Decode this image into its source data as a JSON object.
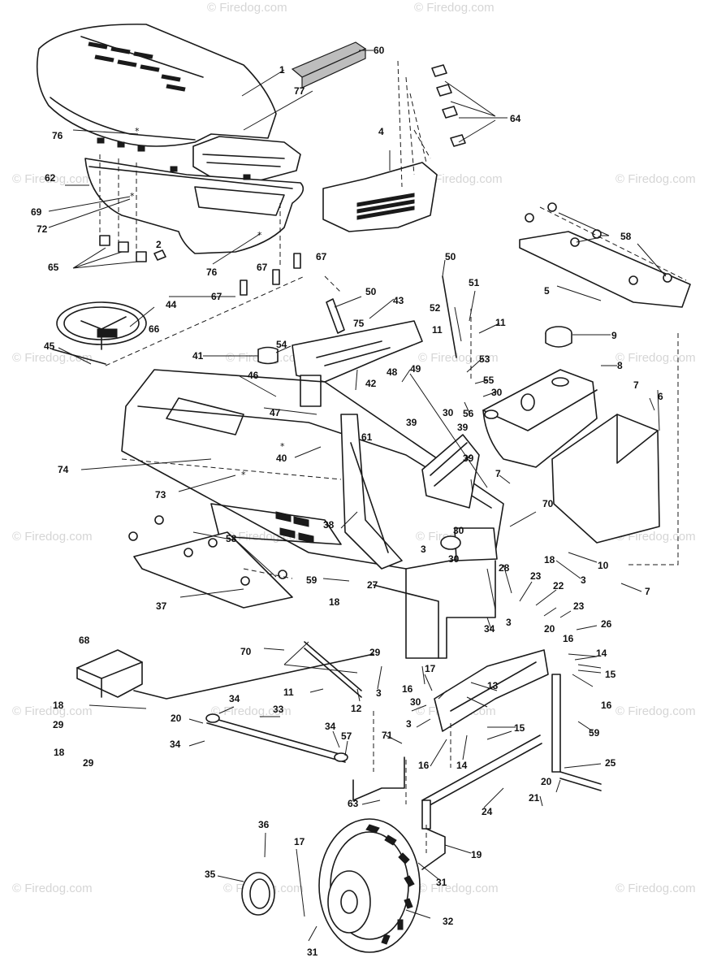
{
  "watermark": "© Firedog.com",
  "asterisk": "*",
  "callouts": [
    {
      "id": "c1",
      "label": "1"
    },
    {
      "id": "c2",
      "label": "2"
    },
    {
      "id": "c3a",
      "label": "3"
    },
    {
      "id": "c3b",
      "label": "3"
    },
    {
      "id": "c3c",
      "label": "3"
    },
    {
      "id": "c3d",
      "label": "3"
    },
    {
      "id": "c3e",
      "label": "3"
    },
    {
      "id": "c4",
      "label": "4"
    },
    {
      "id": "c5",
      "label": "5"
    },
    {
      "id": "c6",
      "label": "6"
    },
    {
      "id": "c7a",
      "label": "7"
    },
    {
      "id": "c7b",
      "label": "7"
    },
    {
      "id": "c7c",
      "label": "7"
    },
    {
      "id": "c8",
      "label": "8"
    },
    {
      "id": "c9",
      "label": "9"
    },
    {
      "id": "c10",
      "label": "10"
    },
    {
      "id": "c11a",
      "label": "11"
    },
    {
      "id": "c11b",
      "label": "11"
    },
    {
      "id": "c11c",
      "label": "11"
    },
    {
      "id": "c12",
      "label": "12"
    },
    {
      "id": "c13",
      "label": "13"
    },
    {
      "id": "c14a",
      "label": "14"
    },
    {
      "id": "c14b",
      "label": "14"
    },
    {
      "id": "c15a",
      "label": "15"
    },
    {
      "id": "c15b",
      "label": "15"
    },
    {
      "id": "c16a",
      "label": "16"
    },
    {
      "id": "c16b",
      "label": "16"
    },
    {
      "id": "c16c",
      "label": "16"
    },
    {
      "id": "c16d",
      "label": "16"
    },
    {
      "id": "c17a",
      "label": "17"
    },
    {
      "id": "c17b",
      "label": "17"
    },
    {
      "id": "c18a",
      "label": "18"
    },
    {
      "id": "c18b",
      "label": "18"
    },
    {
      "id": "c18c",
      "label": "18"
    },
    {
      "id": "c18d",
      "label": "18"
    },
    {
      "id": "c19",
      "label": "19"
    },
    {
      "id": "c20a",
      "label": "20"
    },
    {
      "id": "c20b",
      "label": "20"
    },
    {
      "id": "c20c",
      "label": "20"
    },
    {
      "id": "c21",
      "label": "21"
    },
    {
      "id": "c22",
      "label": "22"
    },
    {
      "id": "c23a",
      "label": "23"
    },
    {
      "id": "c23b",
      "label": "23"
    },
    {
      "id": "c24",
      "label": "24"
    },
    {
      "id": "c25",
      "label": "25"
    },
    {
      "id": "c26",
      "label": "26"
    },
    {
      "id": "c27",
      "label": "27"
    },
    {
      "id": "c28",
      "label": "28"
    },
    {
      "id": "c29a",
      "label": "29"
    },
    {
      "id": "c29b",
      "label": "29"
    },
    {
      "id": "c29c",
      "label": "29"
    },
    {
      "id": "c30a",
      "label": "30"
    },
    {
      "id": "c30b",
      "label": "30"
    },
    {
      "id": "c30c",
      "label": "30"
    },
    {
      "id": "c30d",
      "label": "30"
    },
    {
      "id": "c31a",
      "label": "31"
    },
    {
      "id": "c31b",
      "label": "31"
    },
    {
      "id": "c32",
      "label": "32"
    },
    {
      "id": "c33",
      "label": "33"
    },
    {
      "id": "c34a",
      "label": "34"
    },
    {
      "id": "c34b",
      "label": "34"
    },
    {
      "id": "c34c",
      "label": "34"
    },
    {
      "id": "c34d",
      "label": "34"
    },
    {
      "id": "c35",
      "label": "35"
    },
    {
      "id": "c36",
      "label": "36"
    },
    {
      "id": "c37",
      "label": "37"
    },
    {
      "id": "c38",
      "label": "38"
    },
    {
      "id": "c39a",
      "label": "39"
    },
    {
      "id": "c39b",
      "label": "39"
    },
    {
      "id": "c39c",
      "label": "39"
    },
    {
      "id": "c40",
      "label": "40"
    },
    {
      "id": "c41",
      "label": "41"
    },
    {
      "id": "c42",
      "label": "42"
    },
    {
      "id": "c43",
      "label": "43"
    },
    {
      "id": "c44",
      "label": "44"
    },
    {
      "id": "c45",
      "label": "45"
    },
    {
      "id": "c46",
      "label": "46"
    },
    {
      "id": "c47",
      "label": "47"
    },
    {
      "id": "c48",
      "label": "48"
    },
    {
      "id": "c49",
      "label": "49"
    },
    {
      "id": "c50a",
      "label": "50"
    },
    {
      "id": "c50b",
      "label": "50"
    },
    {
      "id": "c51",
      "label": "51"
    },
    {
      "id": "c52",
      "label": "52"
    },
    {
      "id": "c53",
      "label": "53"
    },
    {
      "id": "c54",
      "label": "54"
    },
    {
      "id": "c55",
      "label": "55"
    },
    {
      "id": "c56",
      "label": "56"
    },
    {
      "id": "c57",
      "label": "57"
    },
    {
      "id": "c58a",
      "label": "58"
    },
    {
      "id": "c58b",
      "label": "58"
    },
    {
      "id": "c59a",
      "label": "59"
    },
    {
      "id": "c59b",
      "label": "59"
    },
    {
      "id": "c60",
      "label": "60"
    },
    {
      "id": "c61",
      "label": "61"
    },
    {
      "id": "c62",
      "label": "62"
    },
    {
      "id": "c63",
      "label": "63"
    },
    {
      "id": "c64",
      "label": "64"
    },
    {
      "id": "c65",
      "label": "65"
    },
    {
      "id": "c66",
      "label": "66"
    },
    {
      "id": "c67a",
      "label": "67"
    },
    {
      "id": "c67b",
      "label": "67"
    },
    {
      "id": "c67c",
      "label": "67"
    },
    {
      "id": "c68",
      "label": "68"
    },
    {
      "id": "c69",
      "label": "69"
    },
    {
      "id": "c70a",
      "label": "70"
    },
    {
      "id": "c70b",
      "label": "70"
    },
    {
      "id": "c71",
      "label": "71"
    },
    {
      "id": "c72",
      "label": "72"
    },
    {
      "id": "c73",
      "label": "73"
    },
    {
      "id": "c74",
      "label": "74"
    },
    {
      "id": "c75",
      "label": "75"
    },
    {
      "id": "c76a",
      "label": "76"
    },
    {
      "id": "c76b",
      "label": "76"
    },
    {
      "id": "c77",
      "label": "77"
    }
  ]
}
